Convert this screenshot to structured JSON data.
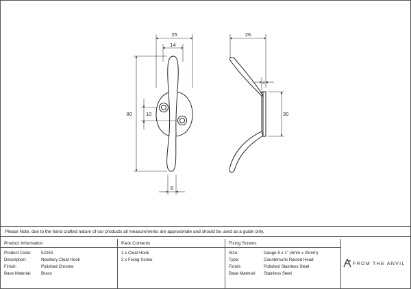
{
  "dimensions": {
    "front_width": "25",
    "front_inner_width": "14",
    "front_height": "80",
    "hole_spacing": "10",
    "bottom_width": "8",
    "side_projection": "26",
    "plate_thickness": "4",
    "plate_height": "30"
  },
  "note": "Please Note, due to the hand crafted nature of our products all measurements are approximate and should be used as a guide only.",
  "product_info": {
    "heading": "Product Information",
    "rows": [
      {
        "label": "Product Code:",
        "value": "52250"
      },
      {
        "label": "Description:",
        "value": "Newbury Cleat Hook"
      },
      {
        "label": "Finish:",
        "value": "Polished Chrome"
      },
      {
        "label": "Base Material:",
        "value": "Brass"
      }
    ]
  },
  "pack_contents": {
    "heading": "Pack Contents",
    "items": [
      "1 x Cleat Hook",
      "2 x Fixing Screw"
    ]
  },
  "fixing_screws": {
    "heading": "Fixing Screws",
    "rows": [
      {
        "label": "Size:",
        "value": "Gauge 8 x 1”  (4mm x 25mm)"
      },
      {
        "label": "Type:",
        "value": "Countersunk Raised Head"
      },
      {
        "label": "Finish:",
        "value": "Polished Stainless Steel"
      },
      {
        "label": "Base Material:",
        "value": "Stainless Steel"
      }
    ]
  },
  "brand": {
    "name": "FROM THE ANVIL",
    "icon": "anvil-logo-icon"
  }
}
